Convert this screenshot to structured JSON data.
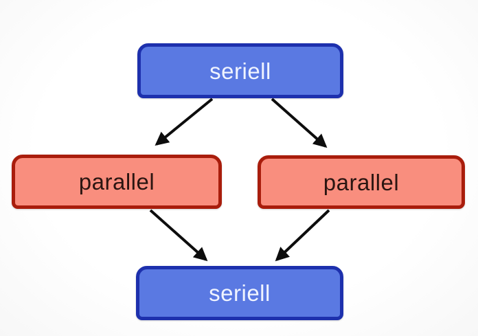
{
  "diagram": {
    "background": "#fcfcfc",
    "arrow_color": "#0d0d0d",
    "nodes": [
      {
        "id": "seriell-top",
        "label": "seriell",
        "kind": "seriell",
        "fill": "#5a79e2",
        "border": "#1d30ad",
        "text_color": "#f0f4ff"
      },
      {
        "id": "parallel-left",
        "label": "parallel",
        "kind": "parallel",
        "fill": "#f98e7e",
        "border": "#a91d0c",
        "text_color": "#2b1511"
      },
      {
        "id": "parallel-right",
        "label": "parallel",
        "kind": "parallel",
        "fill": "#f98e7e",
        "border": "#a91d0c",
        "text_color": "#2b1511"
      },
      {
        "id": "seriell-bottom",
        "label": "seriell",
        "kind": "seriell",
        "fill": "#5a79e2",
        "border": "#1d30ad",
        "text_color": "#f0f4ff"
      }
    ],
    "edges": [
      {
        "from": "seriell-top",
        "to": "parallel-left"
      },
      {
        "from": "seriell-top",
        "to": "parallel-right"
      },
      {
        "from": "parallel-left",
        "to": "seriell-bottom"
      },
      {
        "from": "parallel-right",
        "to": "seriell-bottom"
      }
    ]
  }
}
